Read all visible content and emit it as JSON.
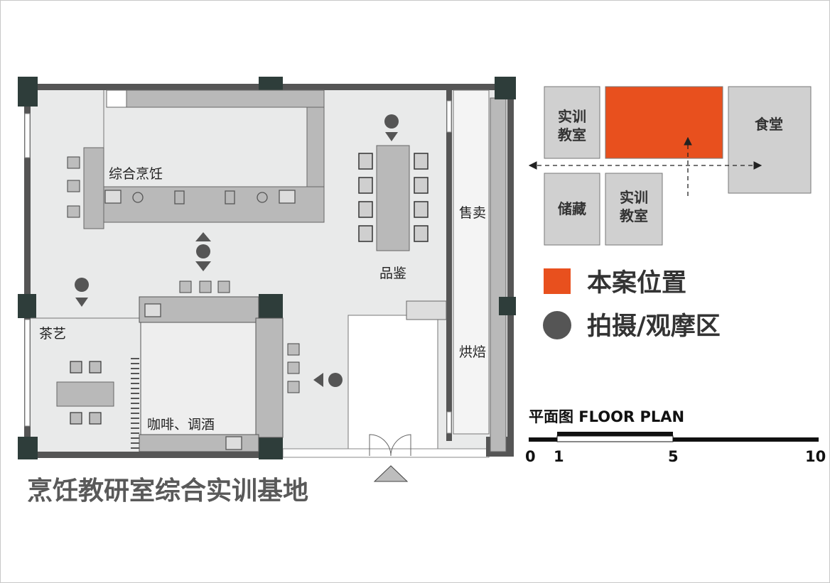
{
  "title": "烹饪教研室综合实训基地",
  "rooms": {
    "cooking": "综合烹饪",
    "tasting": "品鉴",
    "tea": "茶艺",
    "coffee_bar": "咖啡、调酒",
    "sales": "售卖",
    "baking": "烘焙"
  },
  "location_map": {
    "classroom_top": [
      "实训",
      "教室"
    ],
    "canteen": "食堂",
    "storage": "储藏",
    "classroom_bottom": [
      "实训",
      "教室"
    ]
  },
  "legend": {
    "site": "本案位置",
    "viewing": "拍摄/观摩区"
  },
  "scale": {
    "title": "平面图  FLOOR PLAN",
    "ticks": [
      "0",
      "1",
      "5",
      "10"
    ]
  },
  "colors": {
    "site_fill": "#e8501e",
    "wall": "#555555",
    "column": "#2e3d3a",
    "floor": "#e9eaea",
    "counter": "#b9b9b9",
    "marker": "#555555"
  }
}
